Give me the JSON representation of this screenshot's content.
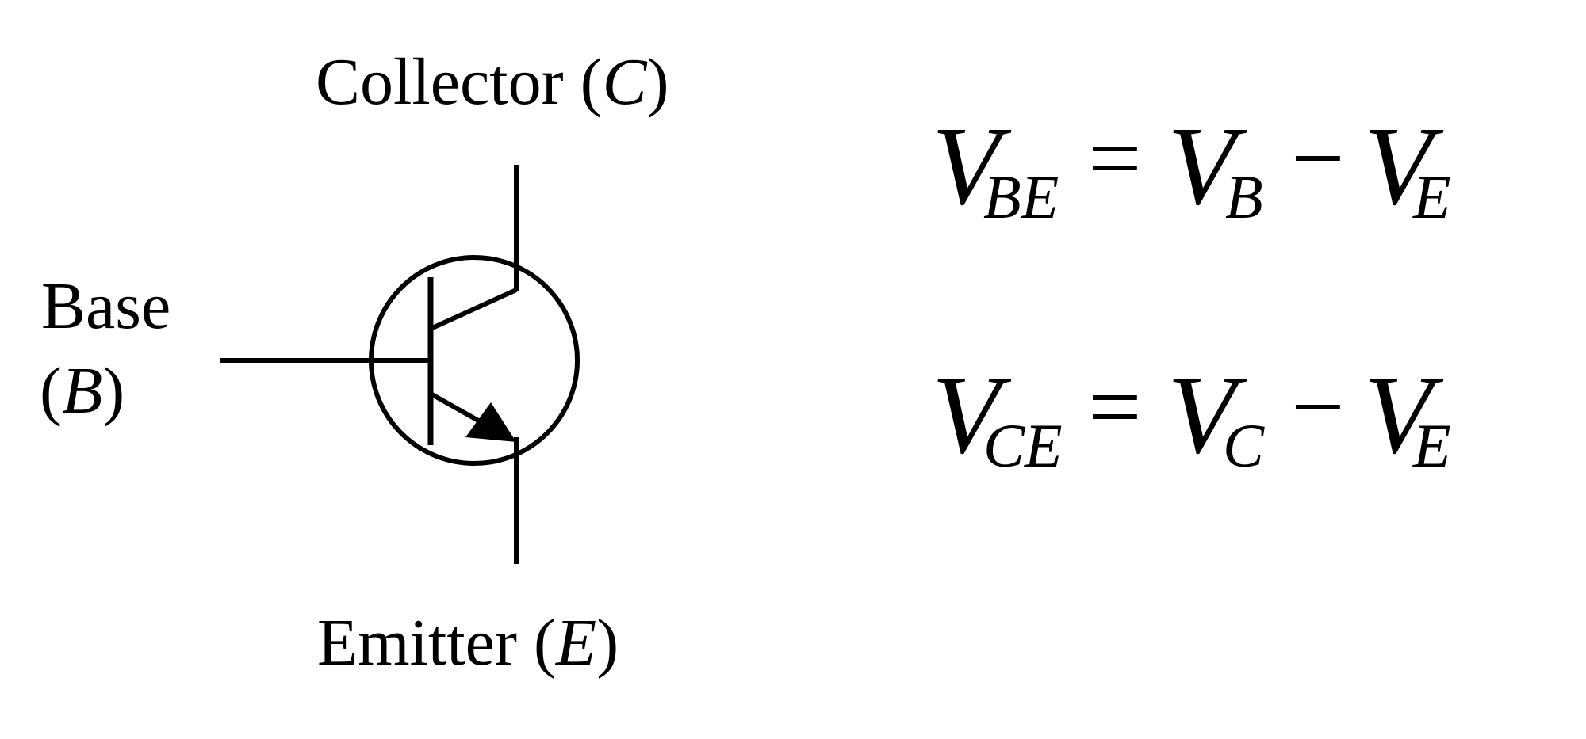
{
  "labels": {
    "collector": {
      "text": "Collector (",
      "symbol": "C",
      "close": ")"
    },
    "base": {
      "line1": "Base",
      "open": "(",
      "symbol": "B",
      "close": ")"
    },
    "emitter": {
      "text": "Emitter (",
      "symbol": "E",
      "close": ")"
    }
  },
  "equations": [
    {
      "lhs_var": "V",
      "lhs_sub": "BE",
      "eq": "=",
      "t1_var": "V",
      "t1_sub": "B",
      "minus": "−",
      "t2_var": "V",
      "t2_sub": "E"
    },
    {
      "lhs_var": "V",
      "lhs_sub": "CE",
      "eq": "=",
      "t1_var": "V",
      "t1_sub": "C",
      "minus": "−",
      "t2_var": "V",
      "t2_sub": "E"
    }
  ],
  "colors": {
    "ink": "#000000",
    "background": "#ffffff"
  }
}
